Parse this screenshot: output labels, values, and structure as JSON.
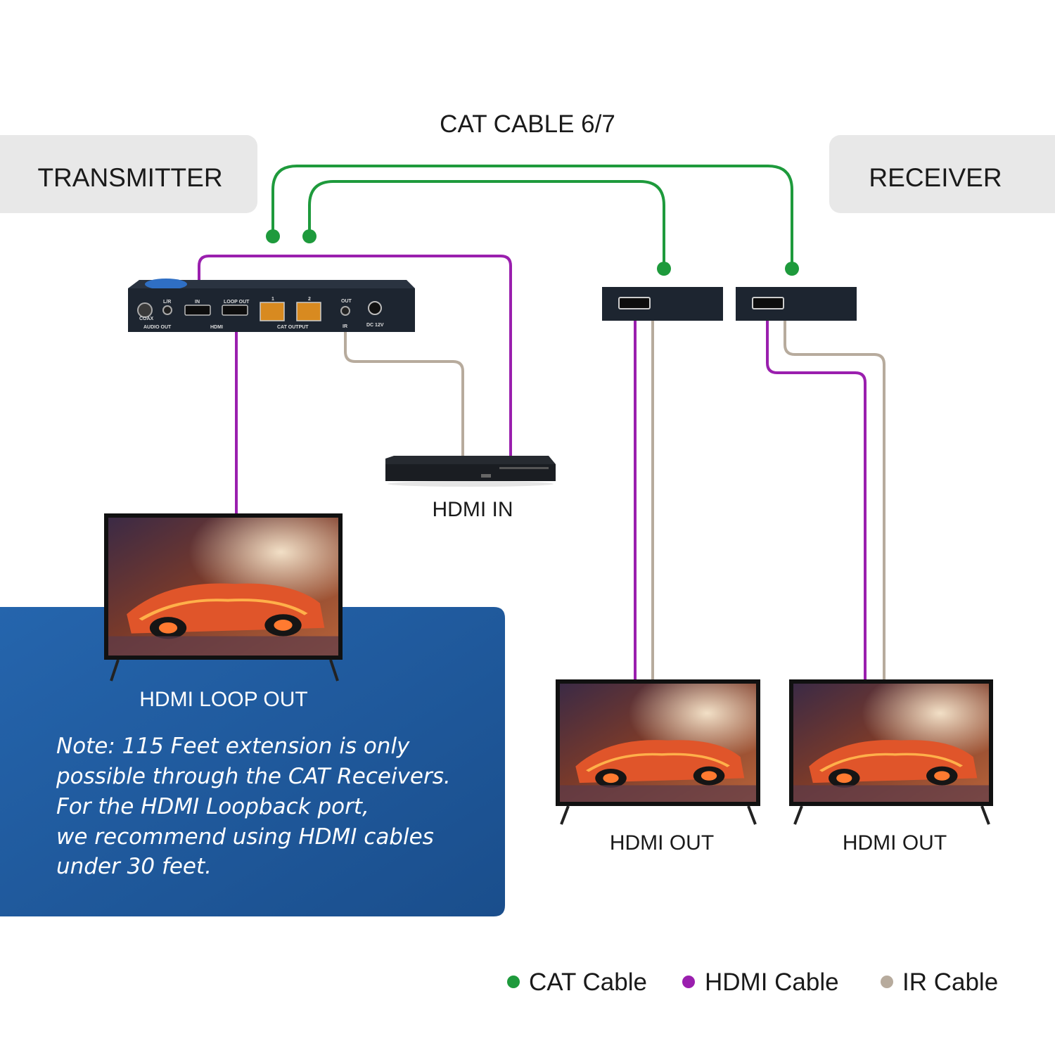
{
  "labels": {
    "cat_cable_title": "CAT CABLE 6/7",
    "transmitter": "TRANSMITTER",
    "receiver": "RECEIVER",
    "hdmi_in": "HDMI IN",
    "hdmi_loop_out": "HDMI LOOP OUT",
    "hdmi_out_1": "HDMI OUT",
    "hdmi_out_2": "HDMI OUT"
  },
  "note": {
    "lines": [
      "Note: 115 Feet extension is only",
      "possible through the CAT Receivers.",
      "For the HDMI Loopback port,",
      "we recommend using HDMI cables",
      "under 30 feet."
    ]
  },
  "transmitter_panel": {
    "coax": "COAX",
    "lr": "L/R",
    "audio_out": "AUDIO OUT",
    "hdmi_in": "IN",
    "loop_out": "LOOP OUT",
    "hdmi": "HDMI",
    "port1": "1",
    "port2": "2",
    "cat_output": "CAT OUTPUT",
    "ir_out": "OUT",
    "ir": "IR",
    "dc": "DC 12V"
  },
  "legend": {
    "cat": "CAT Cable",
    "hdmi": "HDMI Cable",
    "ir": "IR Cable"
  },
  "colors": {
    "cat": "#1e9a3c",
    "hdmi": "#9a1fae",
    "ir": "#b7ab9d",
    "label_bg": "#e8e8e8",
    "note_bg": "#1f5a9c",
    "device": "#1d2530"
  }
}
